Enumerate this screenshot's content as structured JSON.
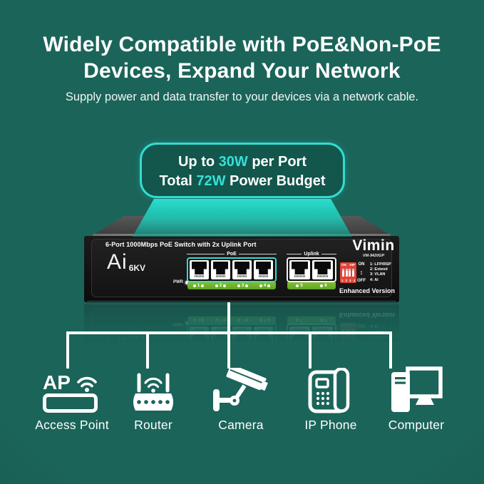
{
  "colors": {
    "background": "#1B6459",
    "accent_cyan": "#31DCD3",
    "highlight_text": "#36E0D6",
    "switch_body": "#141414",
    "port_strip_green": "#6FB22C",
    "dip_red": "#E14338",
    "text_white": "#FFFFFF"
  },
  "header": {
    "title_line1": "Widely Compatible with PoE&Non-PoE",
    "title_line2": "Devices, Expand Your Network",
    "subtitle": "Supply power and data transfer to your devices via a network cable."
  },
  "callout": {
    "line1": {
      "prefix": "Up to ",
      "highlight": "30W",
      "suffix": " per Port"
    },
    "line2": {
      "prefix": "Total ",
      "highlight": "72W",
      "suffix": " Power Budget"
    }
  },
  "switch": {
    "top_label": "6-Port 1000Mbps PoE Switch with 2x Uplink Port",
    "ai_label": "Ai",
    "surge_label": "6KV",
    "pwr_label": "PWR",
    "brand": "Vimin",
    "model": "VM-9420GP",
    "badge": "Enhanced Version",
    "poe": {
      "label": "PoE",
      "ports": [
        "1",
        "2",
        "3",
        "4"
      ]
    },
    "uplink": {
      "label": "Uplink",
      "ports": [
        "5",
        "6"
      ]
    },
    "dip": {
      "header_on": "ON",
      "header_dip": "DIP",
      "numbers": [
        "1",
        "2",
        "3",
        "4"
      ],
      "on_label": "ON",
      "off_label": "OFF",
      "arrow": "↕",
      "functions": [
        "1: LFP/RSP",
        "2: Extend",
        "3: VLAN",
        "4: Ai"
      ]
    }
  },
  "devices": [
    {
      "label": "Access Point",
      "icon": "access-point-icon",
      "ap_text": "AP"
    },
    {
      "label": "Router",
      "icon": "router-icon"
    },
    {
      "label": "Camera",
      "icon": "camera-icon"
    },
    {
      "label": "IP Phone",
      "icon": "ip-phone-icon"
    },
    {
      "label": "Computer",
      "icon": "computer-icon"
    }
  ]
}
